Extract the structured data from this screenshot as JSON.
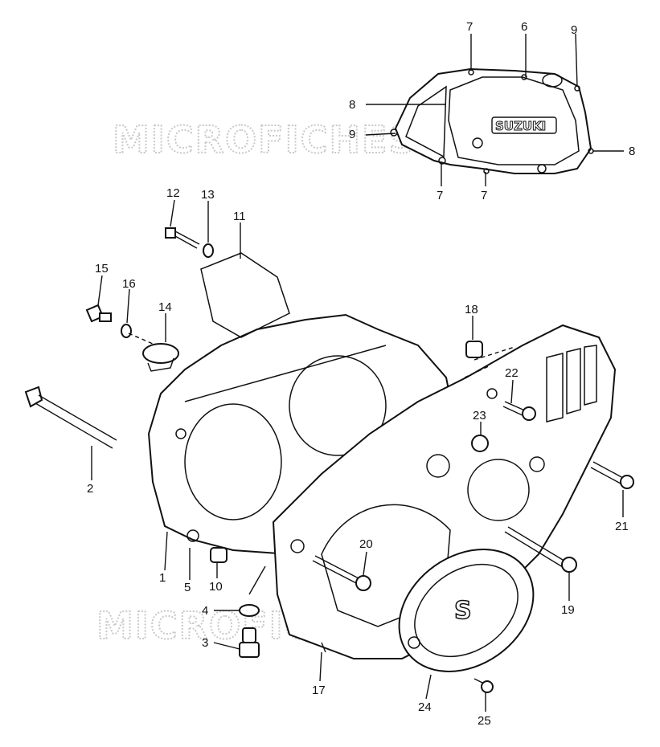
{
  "watermark": "MICROFICHES.NET",
  "brand": "SUZUKI",
  "labels": {
    "p1": "1",
    "p2": "2",
    "p3": "3",
    "p4": "4",
    "p5": "5",
    "p6": "6",
    "p7a": "7",
    "p7b": "7",
    "p7c": "7",
    "p8a": "8",
    "p8b": "8",
    "p9a": "9",
    "p9b": "9",
    "p10": "10",
    "p11": "11",
    "p12": "12",
    "p13": "13",
    "p14": "14",
    "p15": "15",
    "p16": "16",
    "p17": "17",
    "p18": "18",
    "p19": "19",
    "p20": "20",
    "p21": "21",
    "p22": "22",
    "p23": "23",
    "p24": "24",
    "p25": "25"
  }
}
